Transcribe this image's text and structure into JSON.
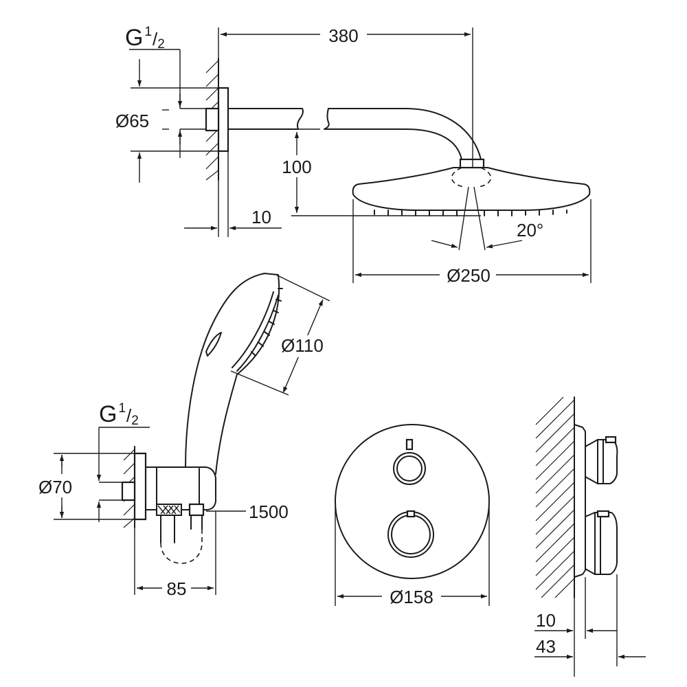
{
  "head_shower": {
    "thread_letter": "G",
    "thread_num": "1",
    "thread_slash": "/",
    "thread_den": "2",
    "arm_length": "380",
    "flange_diameter": "Ø65",
    "drop_height": "100",
    "wall_offset": "10",
    "spray_angle": "20°",
    "head_diameter": "Ø250"
  },
  "hand_shower": {
    "head_diameter": "Ø110",
    "thread_letter": "G",
    "thread_num": "1",
    "thread_slash": "/",
    "thread_den": "2",
    "outlet_diameter": "Ø70",
    "hose_length": "1500",
    "projection": "85"
  },
  "thermostat": {
    "plate_diameter": "Ø158",
    "wall_depth": "10",
    "projection": "43"
  }
}
